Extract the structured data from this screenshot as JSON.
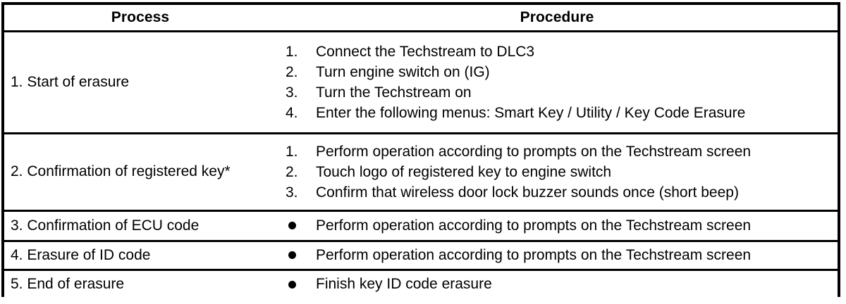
{
  "table": {
    "headers": {
      "process": "Process",
      "procedure": "Procedure"
    },
    "rows": [
      {
        "process": "1. Start of erasure",
        "marker_style": "numbered",
        "steps": [
          {
            "marker": "1.",
            "text": "Connect the Techstream to DLC3"
          },
          {
            "marker": "2.",
            "text": "Turn engine switch on (IG)"
          },
          {
            "marker": "3.",
            "text": "Turn the Techstream on"
          },
          {
            "marker": "4.",
            "text": "Enter the following menus: Smart Key / Utility / Key Code Erasure"
          }
        ]
      },
      {
        "process": "2. Confirmation of registered key*",
        "marker_style": "numbered",
        "steps": [
          {
            "marker": "1.",
            "text": "Perform operation according to prompts on the Techstream screen"
          },
          {
            "marker": "2.",
            "text": "Touch logo of registered key to engine switch"
          },
          {
            "marker": "3.",
            "text": "Confirm that wireless door lock buzzer sounds once (short beep)"
          }
        ]
      },
      {
        "process": "3. Confirmation of ECU code",
        "marker_style": "bulleted",
        "steps": [
          {
            "marker": "●",
            "text": "Perform operation according to prompts on the Techstream screen"
          }
        ]
      },
      {
        "process": "4. Erasure of ID code",
        "marker_style": "bulleted",
        "steps": [
          {
            "marker": "●",
            "text": "Perform operation according to prompts on the Techstream screen"
          }
        ]
      },
      {
        "process": "5. End of erasure",
        "marker_style": "bulleted",
        "steps": [
          {
            "marker": "●",
            "text": "Finish key ID code erasure"
          }
        ]
      }
    ]
  },
  "colors": {
    "border": "#000000",
    "text": "#000000",
    "background": "#ffffff"
  }
}
